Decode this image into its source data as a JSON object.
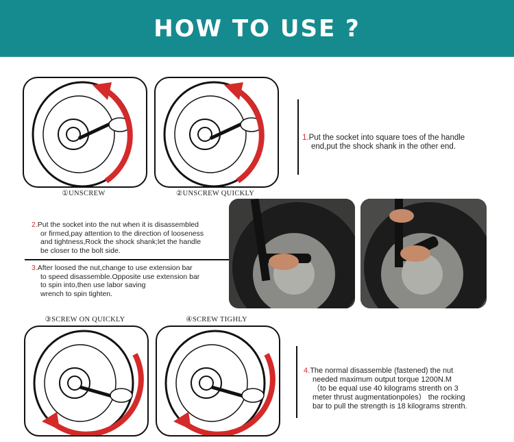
{
  "header": {
    "title": "HOW TO USE ?"
  },
  "captions": [
    "①UNSCREW",
    "②UNSCREW QUICKLY",
    "③SCREW ON QUICKLY",
    "④SCREW TIGHLY"
  ],
  "steps": [
    {
      "num": "1.",
      "lines": [
        "Put the socket into square toes of the handle",
        "end,put the shock shank in the other end."
      ]
    },
    {
      "num": "2.",
      "lines": [
        "Put the socket into the nut when it is disassembled",
        "or firmed,pay attention to the direction of looseness",
        "and tightness,Rock the shock shank;let the handle",
        "be closer to the bolt side."
      ]
    },
    {
      "num": "3.",
      "lines": [
        "After loosed the nut,change to use extension bar",
        "to speed disassemble.Opposite use extension bar",
        "to spin into,then  use labor saving",
        "wrench to spin tighten."
      ]
    },
    {
      "num": "4.",
      "lines": [
        "The normal disassemble (fastened) the nut",
        "needed maximum output torque 1200N.M",
        "（to be equal use 40 kilograms strenth on 3",
        "meter thrust augmentationpoles） the rocking",
        "bar to pull the strength is 18 kilograms strenth."
      ]
    }
  ],
  "colors": {
    "header": "#168b8f",
    "accent": "#d42a2a"
  }
}
